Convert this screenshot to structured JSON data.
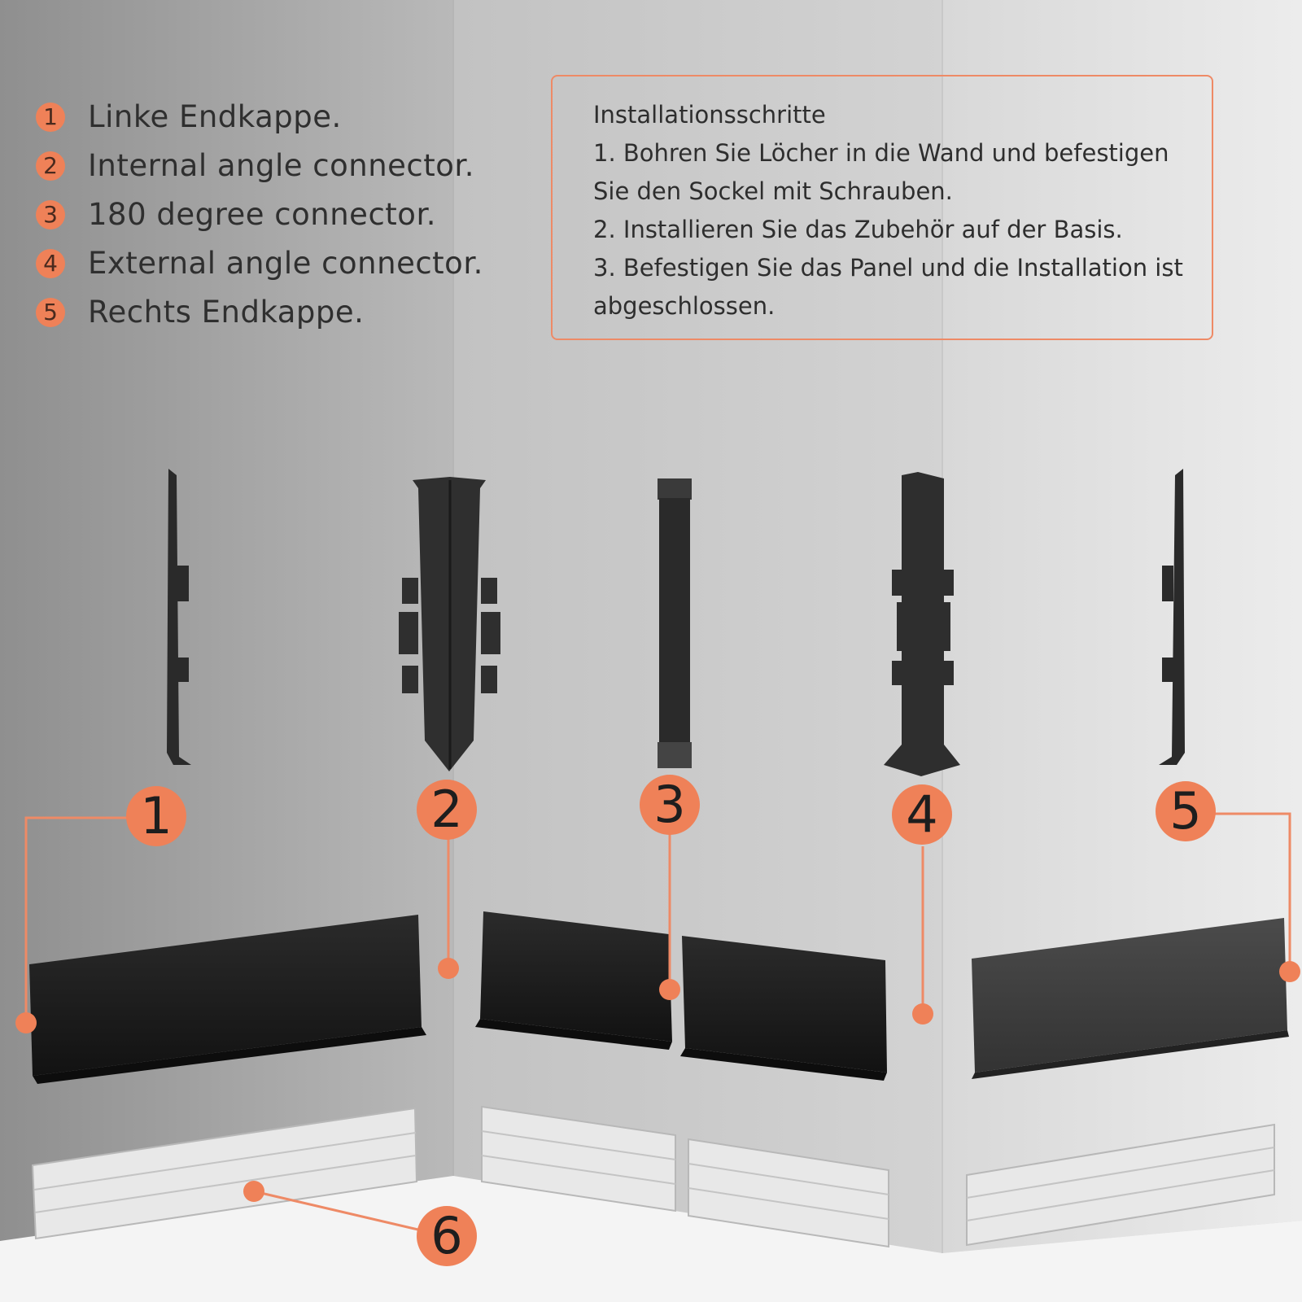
{
  "legend": {
    "items": [
      {
        "num": "1",
        "label": "Linke Endkappe."
      },
      {
        "num": "2",
        "label": "Internal angle connector."
      },
      {
        "num": "3",
        "label": "180 degree connector."
      },
      {
        "num": "4",
        "label": "External angle connector."
      },
      {
        "num": "5",
        "label": "Rechts Endkappe."
      }
    ]
  },
  "installation": {
    "title": "Installationsschritte",
    "lines": [
      "1. Bohren Sie Löcher in die Wand und befestigen",
      "Sie den Sockel mit Schrauben.",
      "2. Installieren Sie das Zubehör auf der Basis.",
      "3. Befestigen Sie das Panel und die Installation ist",
      "abgeschlossen."
    ]
  },
  "callouts": [
    "1",
    "2",
    "3",
    "4",
    "5",
    "6"
  ],
  "colors": {
    "accent": "#ef8158",
    "wall_left": "#a7a7a7",
    "wall_mid": "#cdcdcd",
    "wall_right": "#e0e0e0",
    "floor": "#f3f3f3",
    "part": "#2a2a2a",
    "clip": "#e9e9e9"
  }
}
